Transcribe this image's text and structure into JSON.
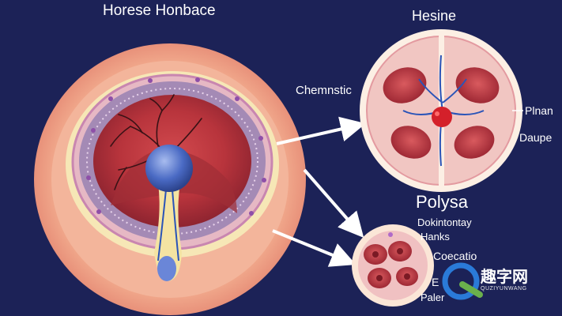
{
  "labels": {
    "main_title": "Horese Honbace",
    "right_title": "Hesine",
    "chemnstic": "Chemnstic",
    "plnan": "Plnan",
    "daupe": "Daupe",
    "polysa": "Polysa",
    "dokintontay": "Dokintontay",
    "hanks": "Hanks",
    "coecatio": "Coecatio",
    "e": "E",
    "paler": "Paler"
  },
  "watermark": {
    "text": "趣字网",
    "subtext": "QUZIYUNWANG"
  },
  "colors": {
    "background": "#1c2257",
    "outer_ring": "#f1a98c",
    "tissue_red": "#b8343c",
    "tissue_pink": "#f0c4c0",
    "membrane_purple": "#a48ab5",
    "blue_sphere": "#4a6ac4",
    "vessel_blue": "#2a54b8",
    "arrow": "#ffffff",
    "watermark_green": "#6ab04c",
    "watermark_blue": "#2a7ad8"
  }
}
